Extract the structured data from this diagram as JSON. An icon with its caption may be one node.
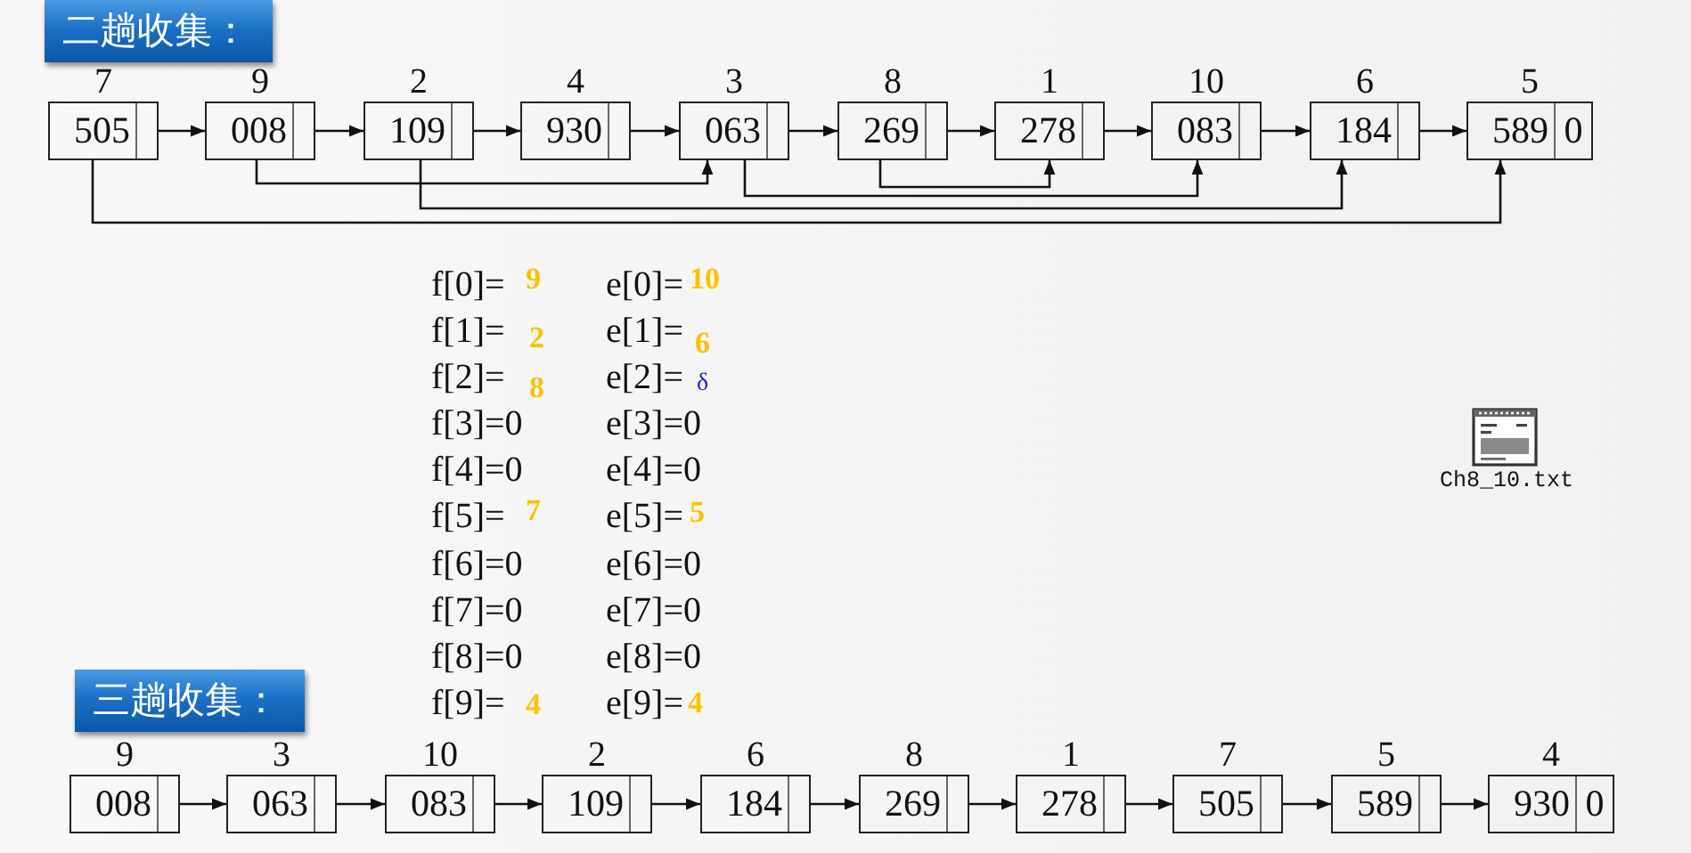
{
  "diagram": {
    "nodes": [
      {
        "text": [
          "二趟收集："
        ]
      },
      {
        "text": [
          "505"
        ],
        "beside": [
          "7"
        ]
      },
      {
        "text": [
          "008"
        ],
        "beside": [
          "9"
        ]
      },
      {
        "text": [
          "109"
        ],
        "beside": [
          "2"
        ]
      },
      {
        "text": [
          "930"
        ],
        "beside": [
          "4"
        ]
      },
      {
        "text": [
          "063"
        ],
        "beside": [
          "3"
        ]
      },
      {
        "text": [
          "269"
        ],
        "beside": [
          "8"
        ]
      },
      {
        "text": [
          "278"
        ],
        "beside": [
          "1"
        ]
      },
      {
        "text": [
          "083"
        ],
        "beside": [
          "10"
        ]
      },
      {
        "text": [
          "184"
        ],
        "beside": [
          "6"
        ]
      },
      {
        "text": [
          "589",
          "0"
        ],
        "beside": [
          "5"
        ]
      },
      {
        "text": [
          "三趟收集："
        ]
      },
      {
        "text": [
          "008"
        ],
        "beside": [
          "9"
        ]
      },
      {
        "text": [
          "063"
        ],
        "beside": [
          "3"
        ]
      },
      {
        "text": [
          "083"
        ],
        "beside": [
          "10"
        ]
      },
      {
        "text": [
          "109"
        ],
        "beside": [
          "2"
        ]
      },
      {
        "text": [
          "184"
        ],
        "beside": [
          "6"
        ]
      },
      {
        "text": [
          "269"
        ],
        "beside": [
          "8"
        ]
      },
      {
        "text": [
          "278"
        ],
        "beside": [
          "1"
        ]
      },
      {
        "text": [
          "505"
        ],
        "beside": [
          "7"
        ]
      },
      {
        "text": [
          "589"
        ],
        "beside": [
          "5"
        ]
      },
      {
        "text": [
          "930",
          "0"
        ],
        "beside": [
          "4"
        ]
      }
    ],
    "edges": [
      {
        "from": 1,
        "to": 2,
        "arrow": "to"
      },
      {
        "from": 2,
        "to": 3,
        "arrow": "to"
      },
      {
        "from": 3,
        "to": 4,
        "arrow": "to"
      },
      {
        "from": 4,
        "to": 5,
        "arrow": "to"
      },
      {
        "from": 5,
        "to": 6,
        "arrow": "to"
      },
      {
        "from": 6,
        "to": 7,
        "arrow": "to"
      },
      {
        "from": 7,
        "to": 8,
        "arrow": "to"
      },
      {
        "from": 8,
        "to": 9,
        "arrow": "to"
      },
      {
        "from": 9,
        "to": 10,
        "arrow": "to"
      },
      {
        "from": 2,
        "to": 5,
        "arrow": "to"
      },
      {
        "from": 6,
        "to": 7,
        "arrow": "to"
      },
      {
        "from": 5,
        "to": 8,
        "arrow": "to"
      },
      {
        "from": 3,
        "to": 9,
        "arrow": "to"
      },
      {
        "from": 1,
        "to": 10,
        "arrow": "to"
      },
      {
        "from": 12,
        "to": 13,
        "arrow": "to"
      },
      {
        "from": 13,
        "to": 14,
        "arrow": "to"
      },
      {
        "from": 14,
        "to": 15,
        "arrow": "to"
      },
      {
        "from": 15,
        "to": 16,
        "arrow": "to"
      },
      {
        "from": 16,
        "to": 17,
        "arrow": "to"
      },
      {
        "from": 17,
        "to": 18,
        "arrow": "to"
      },
      {
        "from": 18,
        "to": 19,
        "arrow": "to"
      },
      {
        "from": 19,
        "to": 20,
        "arrow": "to"
      },
      {
        "from": 20,
        "to": 21,
        "arrow": "to"
      }
    ],
    "labels": [
      "f[0]=",
      "9",
      "e[0]=",
      "10",
      "f[1]=",
      "2",
      "e[1]=",
      "6",
      "f[2]=",
      "8",
      "e[2]=",
      "δ",
      "f[3]=0",
      "e[3]=0",
      "f[4]=0",
      "e[4]=0",
      "f[5]=",
      "7",
      "e[5]=",
      "5",
      "f[6]=0",
      "e[6]=0",
      "f[7]=0",
      "e[7]=0",
      "f[8]=0",
      "e[8]=0",
      "f[9]=",
      "4",
      "e[9]=",
      "4",
      "Ch8_10.txt"
    ]
  }
}
